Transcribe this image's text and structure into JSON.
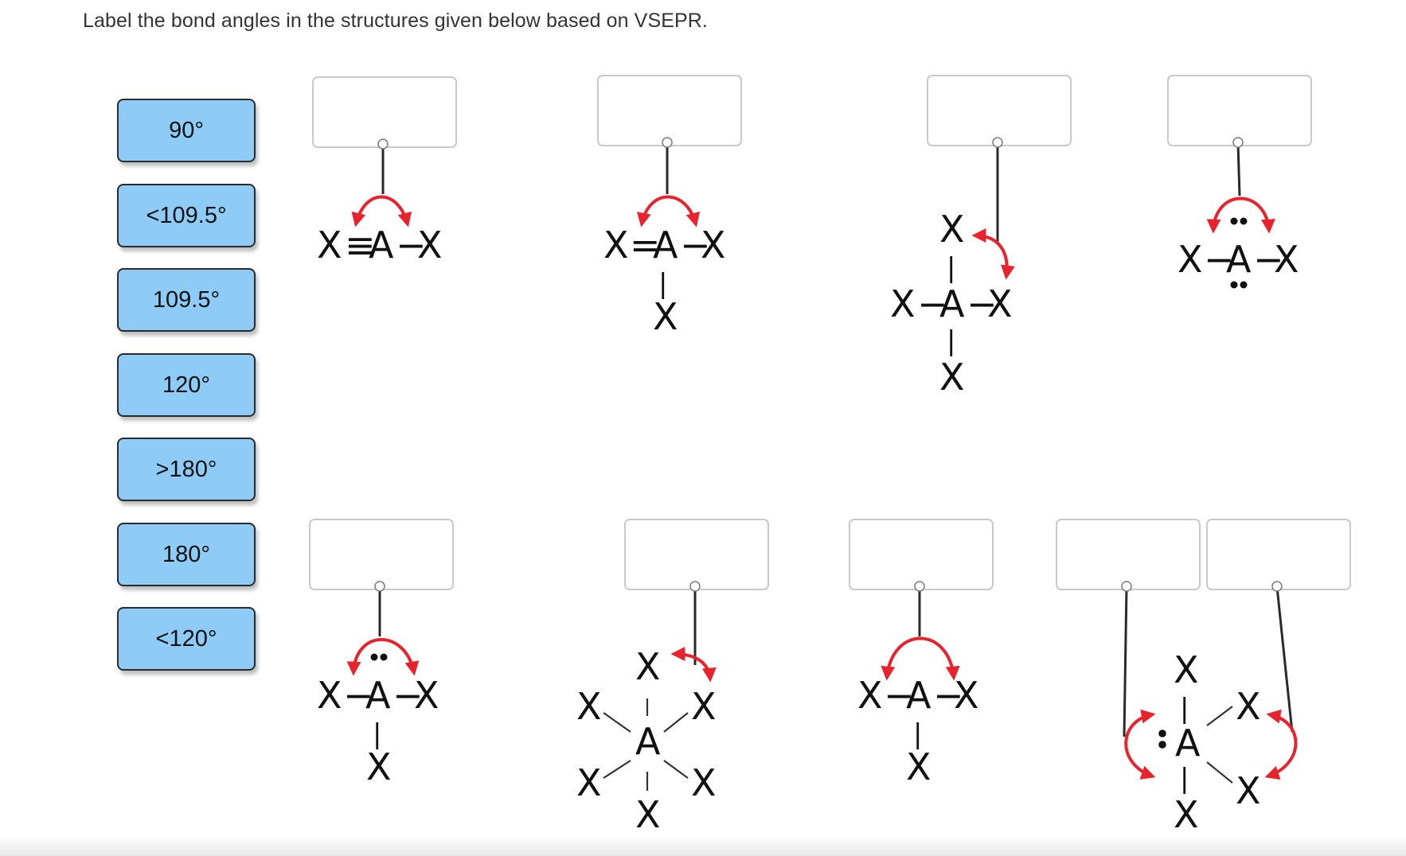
{
  "instruction": "Label the bond angles in the structures given below based on VSEPR.",
  "answer_bank": [
    "90°",
    "<109.5°",
    "109.5°",
    "120°",
    ">180°",
    "180°",
    "<120°"
  ],
  "atoms": {
    "central": "A",
    "ligand": "X"
  },
  "bonds": {
    "single": "−",
    "double": "=",
    "triple": "≡",
    "vertical": "|"
  },
  "colors": {
    "chip": "#8ecbf6",
    "arrow": "#e8232e",
    "target_border": "#c9c9c9"
  }
}
